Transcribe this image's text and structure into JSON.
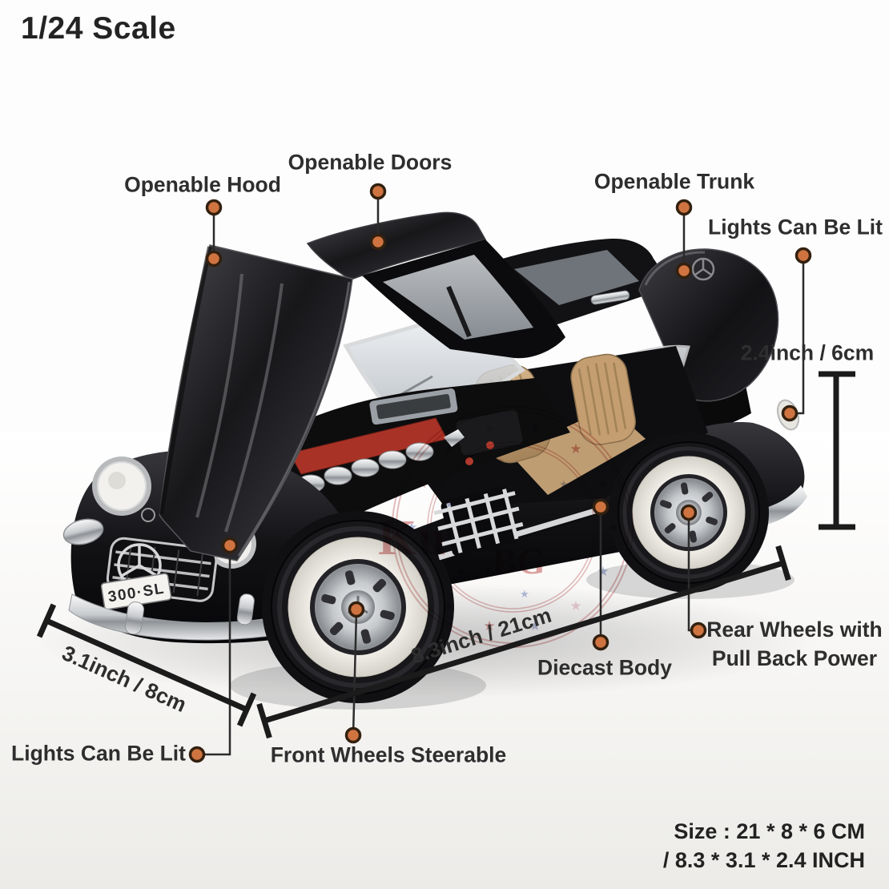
{
  "page": {
    "scale_label": "1/24 Scale"
  },
  "callouts": {
    "openable_hood": "Openable Hood",
    "openable_doors": "Openable Doors",
    "openable_trunk": "Openable Trunk",
    "lights_top": "Lights Can Be Lit",
    "lights_bottom": "Lights Can Be Lit",
    "front_wheels": "Front Wheels Steerable",
    "diecast_body": "Diecast Body",
    "rear_wheels_1": "Rear Wheels with",
    "rear_wheels_2": "Pull Back Power"
  },
  "dimensions": {
    "height": "2.4inch / 6cm",
    "length": "8.3inch / 21cm",
    "width": "3.1inch / 8cm"
  },
  "size_summary": {
    "line1": "Size : 21 * 8 * 6 CM",
    "line2": "/ 8.3 * 3.1 * 2.4 INCH"
  },
  "car": {
    "license_plate": "300·SL"
  },
  "watermark": {
    "text_main": "Ku",
    "text_sub": ".BG",
    "star_glyph": "★"
  },
  "colors": {
    "dot_fill": "#cf7440",
    "dot_border": "#33200f",
    "line": "#2b2b2b",
    "dimension": "#1b1b1b",
    "text": "#2e2e2e",
    "car_black": "#141416",
    "interior_tan": "#c49d70",
    "watermark_red": "#c04848",
    "watermark_blue": "#6f82bd",
    "watermark_pink": "#e0a8ba"
  }
}
